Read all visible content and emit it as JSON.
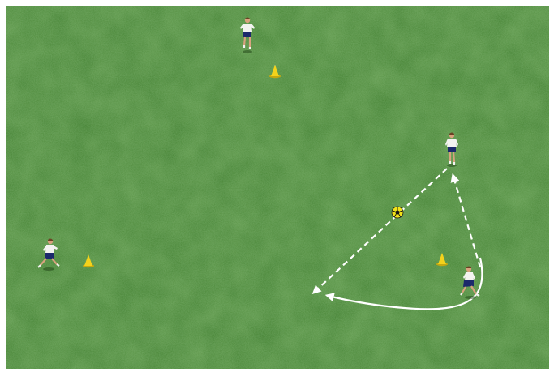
{
  "diagram": {
    "surface": "grass pitch",
    "colors": {
      "grass_base": "#3f7f2b",
      "grass_light": "#57973a",
      "grass_dark": "#2f6a22",
      "arrow": "#ffffff",
      "cone": "#f4d21c",
      "shirt": "#f3f3f0",
      "shorts": "#1c2a6b",
      "skin": "#d8a27e",
      "hair": "#6b4224",
      "ball_primary": "#f2e31a",
      "ball_secondary": "#151515"
    },
    "players": [
      {
        "id": "player-top",
        "pose": "running-down"
      },
      {
        "id": "player-right-upper",
        "pose": "standing"
      },
      {
        "id": "player-left",
        "pose": "running-right"
      },
      {
        "id": "player-right-lower",
        "pose": "running-down"
      }
    ],
    "cones": [
      "cone-top",
      "cone-left",
      "cone-right"
    ],
    "ball": {
      "icon": "soccer-ball-icon"
    },
    "arrows": [
      {
        "id": "pass-arrow-diagonal",
        "style": "dashed"
      },
      {
        "id": "pass-arrow-upward",
        "style": "dashed"
      },
      {
        "id": "run-arrow-curved",
        "style": "solid"
      }
    ]
  }
}
